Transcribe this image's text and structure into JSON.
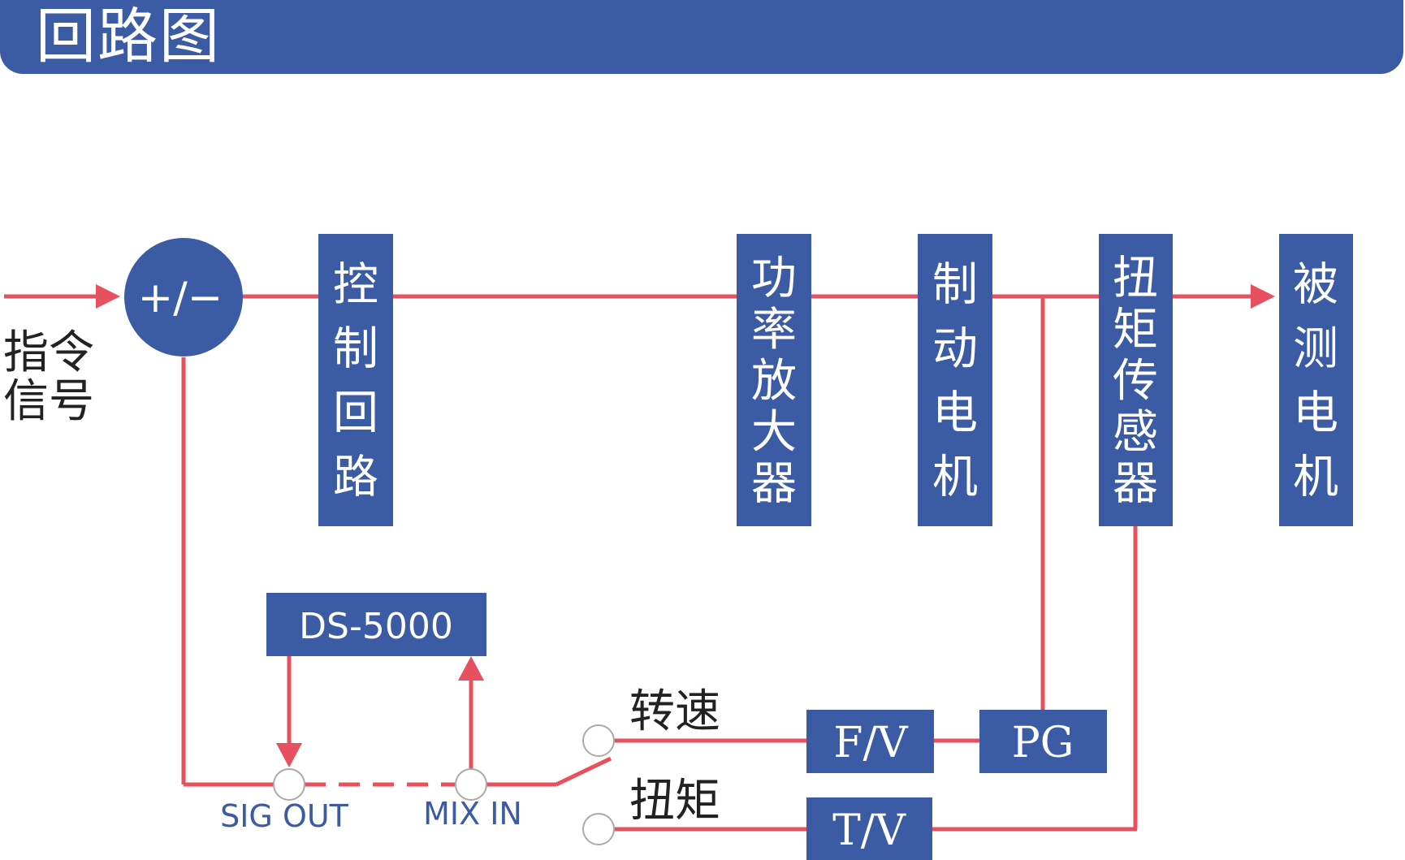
{
  "header": {
    "title": "回路图"
  },
  "colors": {
    "primary": "#3c5ba5",
    "line": "#e6505f",
    "white": "#ffffff",
    "text": "#222222"
  },
  "input": {
    "line1": "指令",
    "line2": "信号"
  },
  "summing": {
    "label": "+/−"
  },
  "blocks": {
    "control_loop": [
      "控",
      "制",
      "回",
      "路"
    ],
    "power_amp": [
      "功",
      "率",
      "放",
      "大",
      "器"
    ],
    "brake_motor": [
      "制",
      "动",
      "电",
      "机"
    ],
    "torque_sensor": [
      "扭",
      "矩",
      "传",
      "感",
      "器"
    ],
    "test_motor": [
      "被",
      "测",
      "电",
      "机"
    ]
  },
  "controller": {
    "label": "DS-5000"
  },
  "ports": {
    "sig_out": "SIG OUT",
    "mix_in": "MIX IN"
  },
  "switch": {
    "speed_label": "转速",
    "torque_label": "扭矩"
  },
  "converters": {
    "fv": "F/V",
    "pg": "PG",
    "tv": "T/V"
  }
}
